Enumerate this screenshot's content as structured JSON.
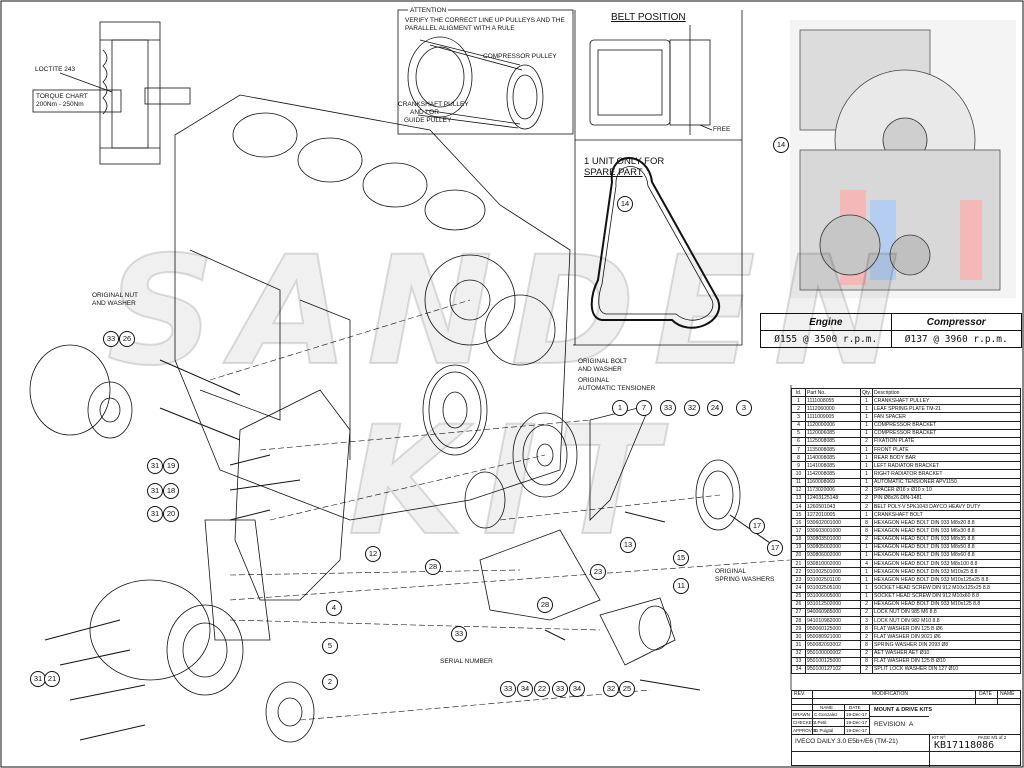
{
  "watermark": {
    "text": "SANDEN",
    "text2": "KIT",
    "colors": [
      "#d81f26",
      "#1f5fb0"
    ]
  },
  "notes": {
    "loctite": "LOCTITE 243",
    "torque_chart": "TORQUE CHART",
    "torque_range": "200Nm - 250Nm",
    "attention_title": "ATTENTION",
    "attention_text_1": "VERIFY THE CORRECT LINE UP PULLEYS AND THE",
    "attention_text_2": "PARALLEL ALIGMENT WITH A RULE",
    "compressor_pulley": "COMPRESSOR PULLEY",
    "crank_pulley_1": "CRANKSHAFT PULLEY",
    "crank_pulley_2": "AND / OR",
    "crank_pulley_3": "GUIDE PULLEY",
    "belt_position": "BELT POSITION",
    "free": "FREE",
    "spare_1": "1 UNIT ONLY FOR",
    "spare_2": "SPARE PART",
    "orig_nut_1": "ORIGINAL NUT",
    "orig_nut_2": "AND WASHER",
    "orig_bolt_1": "ORIGINAL BOLT",
    "orig_bolt_2": "AND WASHER",
    "orig_tens_1": "ORIGINAL",
    "orig_tens_2": "AUTOMATIC TENSIONER",
    "orig_spring_1": "ORIGINAL",
    "orig_spring_2": "SPRING WASHERS",
    "serial_number": "SERIAL NUMBER"
  },
  "callouts": [
    "33",
    "26",
    "31",
    "19",
    "31",
    "18",
    "31",
    "20",
    "12",
    "4",
    "5",
    "28",
    "33",
    "28",
    "23",
    "1",
    "7",
    "33",
    "32",
    "24",
    "3",
    "13",
    "15",
    "17",
    "17",
    "11",
    "14",
    "14",
    "2",
    "31",
    "21",
    "33",
    "34",
    "22",
    "33",
    "34",
    "32",
    "25"
  ],
  "speed_table": {
    "headers": [
      "Engine",
      "Compressor"
    ],
    "values": [
      "Ø155 @ 3500 r.p.m.",
      "Ø137 @ 3960 r.p.m."
    ]
  },
  "parts_table": {
    "headers": [
      "Id.",
      "Part No.",
      "Qty.",
      "Description"
    ],
    "rows": [
      [
        "1",
        "1111008055",
        "1",
        "CRANKSHAFT PULLEY"
      ],
      [
        "2",
        "1112060000",
        "1",
        "LEAF SPRING PLATE TM-21"
      ],
      [
        "3",
        "1111009005",
        "1",
        "FAN SPACER"
      ],
      [
        "4",
        "1120000006",
        "1",
        "COMPRESSOR BRACKET"
      ],
      [
        "5",
        "1120006085",
        "1",
        "COMPRESSOR BRACKET"
      ],
      [
        "6",
        "1125008085",
        "2",
        "FIXATION PLATE"
      ],
      [
        "7",
        "1135008085",
        "1",
        "FRONT PLATE"
      ],
      [
        "8",
        "1140008085",
        "1",
        "REAR BODY BAR"
      ],
      [
        "9",
        "1141008085",
        "1",
        "LEFT RADIATOR BRACKET"
      ],
      [
        "10",
        "1142008085",
        "1",
        "RIGHT RADIATOR BRACKET"
      ],
      [
        "11",
        "1160008069",
        "1",
        "AUTOMATIC TENSIONER APV1150"
      ],
      [
        "12",
        "1173020006",
        "2",
        "SPACER Ø16 x Ø10 x 10"
      ],
      [
        "13",
        "12403125148",
        "2",
        "PIN Ø8x26 DIN-1481"
      ],
      [
        "14",
        "1260501043",
        "2",
        "BELT POLY-V 5PK1043 DAYCO HEAVY DUTY"
      ],
      [
        "15",
        "1272010005",
        "1",
        "CRANKSHAFT BOLT"
      ],
      [
        "16",
        "930602001000",
        "8",
        "HEXAGON HEAD BOLT DIN 933 M8x20 8.8"
      ],
      [
        "17",
        "930603001000",
        "8",
        "HEXAGON HEAD BOLT DIN 933 M6x30 8.8"
      ],
      [
        "18",
        "930803501000",
        "2",
        "HEXAGON HEAD BOLT DIN 933 M8x35 8.8"
      ],
      [
        "19",
        "930805002000",
        "1",
        "HEXAGON HEAD BOLT DIN 933 M8x50 8.8"
      ],
      [
        "20",
        "930806002000",
        "1",
        "HEXAGON HEAD BOLT DIN 933 M8x60 8.8"
      ],
      [
        "21",
        "930810002000",
        "4",
        "HEXAGON HEAD BOLT DIN 933 M8x100 8.8"
      ],
      [
        "22",
        "931002501000",
        "1",
        "HEXAGON HEAD BOLT DIN 933 M10x25 8.8"
      ],
      [
        "23",
        "931002501100",
        "1",
        "HEXAGON HEAD BOLT DIN 933 M10x125x25 8.8"
      ],
      [
        "24",
        "931002505100",
        "1",
        "SOCKET HEAD SCREW DIN 912 M10x125x25 8.8"
      ],
      [
        "25",
        "931006005000",
        "1",
        "SOCKET HEAD SCREW DIN 912 M10x60 8.8"
      ],
      [
        "26",
        "931012502000",
        "2",
        "HEXAGON HEAD BOLT DIN 933 M10x125 8.8"
      ],
      [
        "27",
        "940060985000",
        "2",
        "LOCK NUT DIN 985 M6 8.8"
      ],
      [
        "28",
        "941010982000",
        "3",
        "LOCK NUT DIN 982 M10 8.8"
      ],
      [
        "29",
        "950060125000",
        "8",
        "FLAT WASHER DIN 125 B Ø6"
      ],
      [
        "30",
        "950080921000",
        "2",
        "FLAT WASHER DIN 9021 Ø6"
      ],
      [
        "31",
        "950082093002",
        "8",
        "SPRING WASHER DIN 2093 Ø8"
      ],
      [
        "32",
        "950100000002",
        "2",
        "AET WASHER AET Ø10"
      ],
      [
        "33",
        "950100125000",
        "8",
        "FLAT WASHER DIN 125 B Ø10"
      ],
      [
        "34",
        "950100127102",
        "2",
        "SPLIT LOCK WASHER DIN 127 Ø10"
      ]
    ]
  },
  "title_block": {
    "rev": "REV.",
    "modification": "MODIFICATION",
    "date": "DATE",
    "name": "NAME",
    "col_name": "NAME",
    "col_date": "DATE",
    "drawn": "DRAWN",
    "checked": "CHECKED",
    "approved": "APPROVED",
    "drawn_name": "C.Gonzalez",
    "checked_name": "J.Petit",
    "approved_name": "E. Puigtal",
    "drawn_date": "19-Dec-17",
    "checked_date": "19-Dec-17",
    "approved_date": "19-Dec-17",
    "kit_type": "MOUNT & DRIVE KITS",
    "revision_label": "REVISION",
    "revision_value": "A",
    "description": "IVECO DAILY 3.0 E5b+/E6 (TM-21)",
    "kit_no_label": "KIT Nº:",
    "kit_no": "KB17118086",
    "page_label": "PAGE Nº",
    "page_value": "1 of 2"
  }
}
